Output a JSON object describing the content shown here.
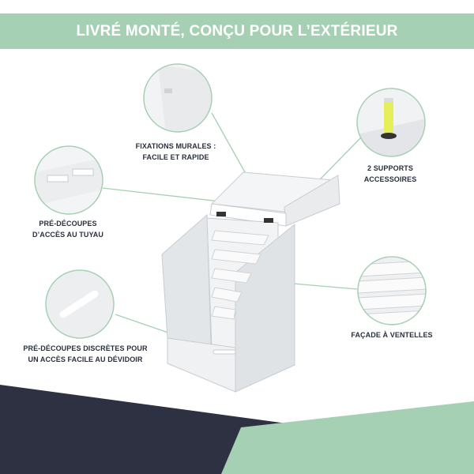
{
  "header": {
    "title": "LIVRÉ MONTÉ, CONÇU POUR L’EXTÉRIEUR"
  },
  "callouts": {
    "fixations": {
      "line1": "FIXATIONS MURALES :",
      "line2": "FACILE ET RAPIDE"
    },
    "supports": {
      "line1": "2 SUPPORTS",
      "line2": "ACCESSOIRES"
    },
    "tuyau": {
      "line1": "PRÉ-DÉCOUPES",
      "line2": "D’ACCÈS AU TUYAU"
    },
    "facade": {
      "line1": "FAÇADE À VENTELLES"
    },
    "devidoir": {
      "line1": "PRÉ-DÉCOUPES DISCRÈTES POUR",
      "line2": "UN ACCÈS FACILE AU DÉVIDOIR"
    }
  },
  "colors": {
    "banner": "#a6d0b4",
    "accent": "#a6d0b4",
    "navy": "#2d3142",
    "cabinet": "#eef0f2"
  }
}
